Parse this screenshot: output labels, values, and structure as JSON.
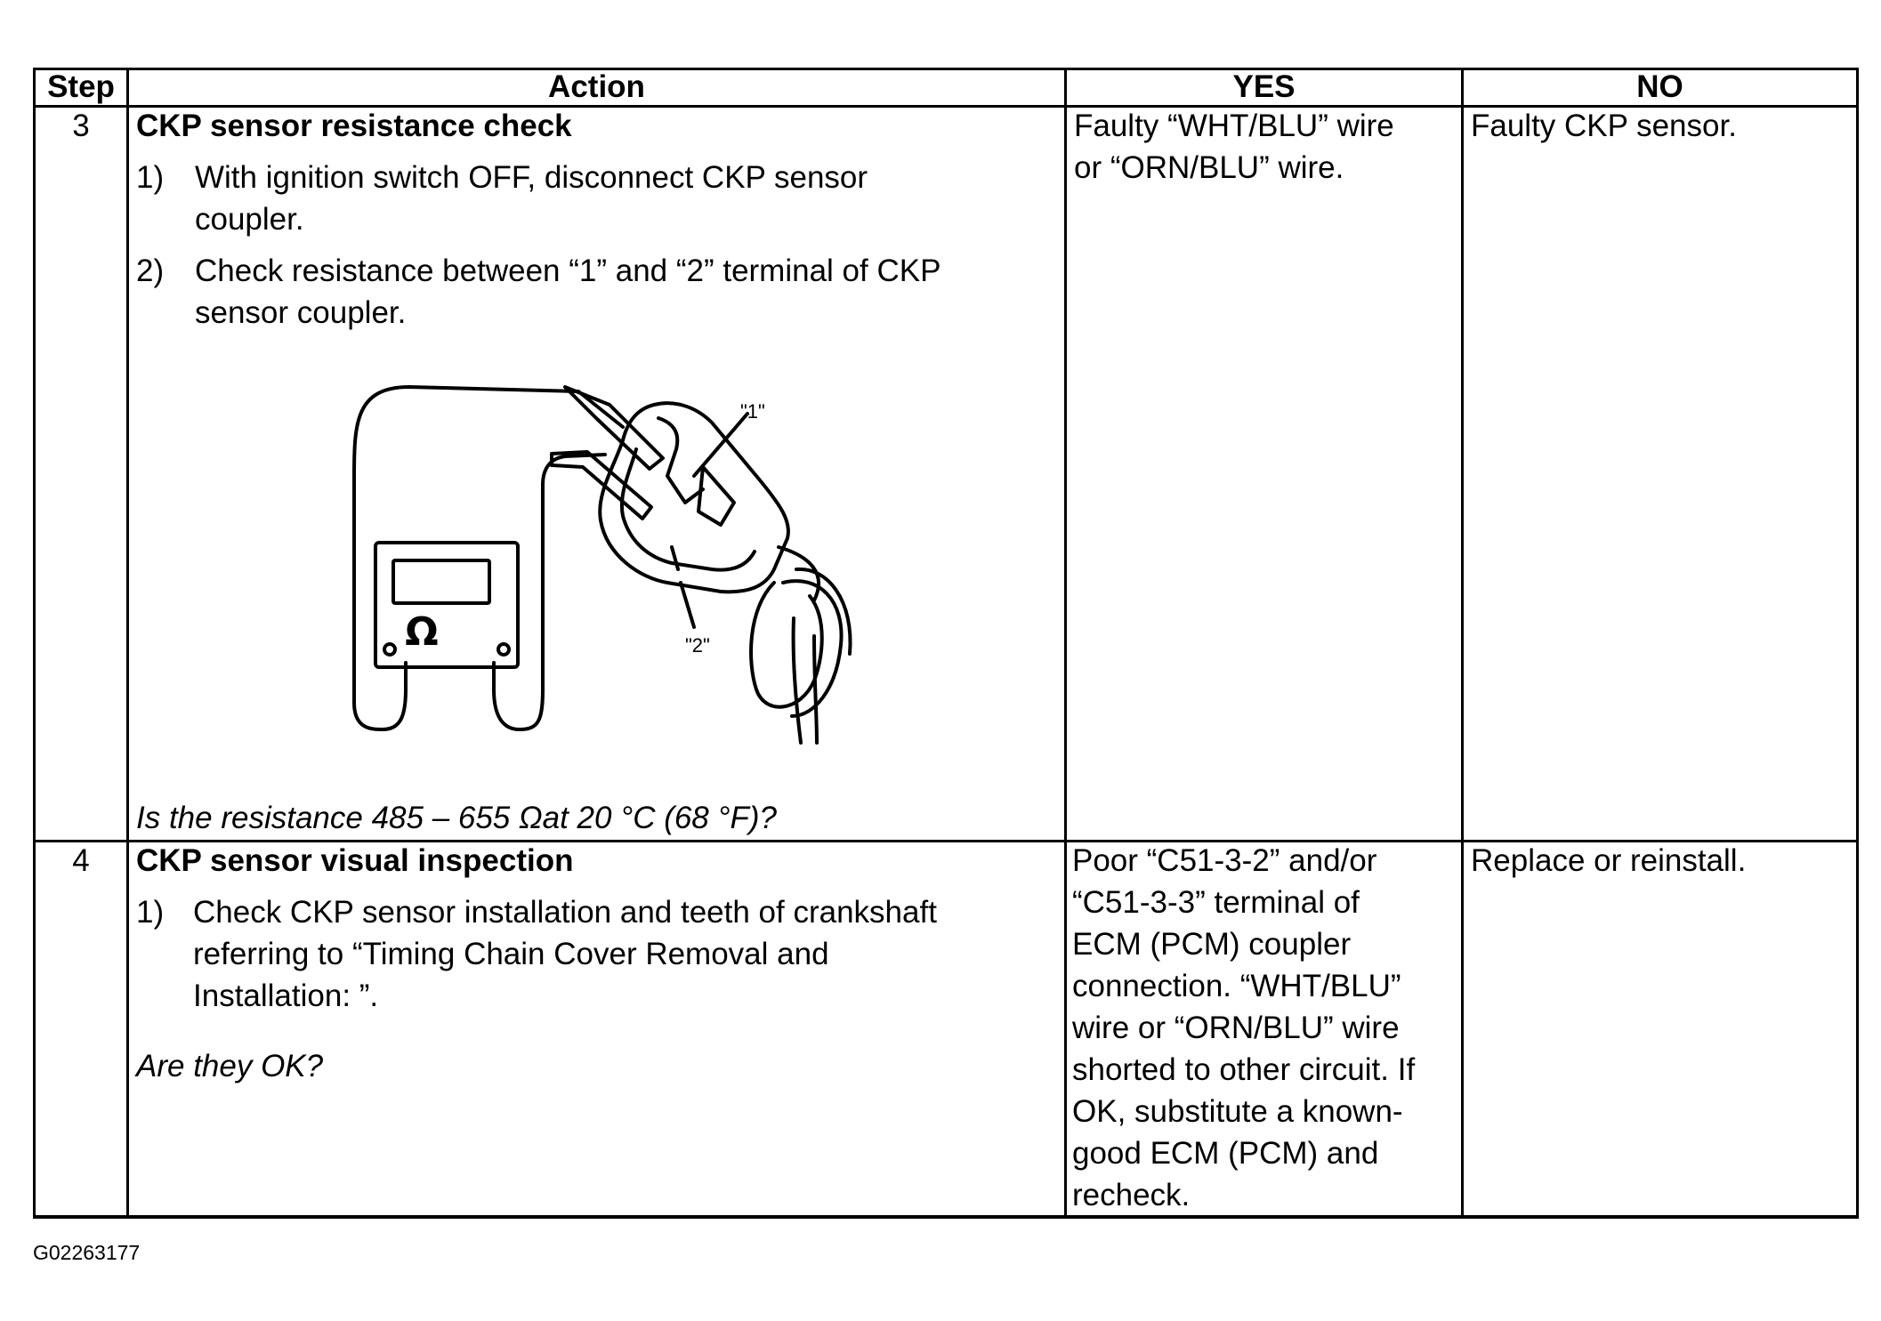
{
  "table": {
    "headers": {
      "step": "Step",
      "action": "Action",
      "yes": "YES",
      "no": "NO"
    },
    "rows": [
      {
        "step": "3",
        "title": "CKP sensor resistance check",
        "substeps": [
          {
            "num": "1)",
            "lines": [
              "With ignition switch OFF, disconnect CKP sensor",
              "coupler."
            ]
          },
          {
            "num": "2)",
            "lines": [
              "Check resistance between “1” and “2” terminal of CKP",
              "sensor coupler."
            ]
          }
        ],
        "question": "Is the resistance 485 – 655 Ωat 20 °C (68 °F)?",
        "yes_lines": [
          "Faulty “WHT/BLU” wire",
          "or “ORN/BLU” wire."
        ],
        "no_lines": [
          "Faulty CKP sensor."
        ],
        "figure": {
          "label_1": "\"1\"",
          "label_2": "\"2\"",
          "meter_symbol": "Ω"
        }
      },
      {
        "step": "4",
        "title": "CKP sensor visual inspection",
        "substeps": [
          {
            "num": "1)",
            "lines": [
              "Check CKP sensor installation and teeth of crankshaft",
              "referring to “Timing Chain Cover Removal and",
              "Installation: ”."
            ]
          }
        ],
        "question": "Are they OK?",
        "yes_lines": [
          "Poor “C51-3-2” and/or",
          "“C51-3-3” terminal of",
          "ECM (PCM) coupler",
          "connection. “WHT/BLU”",
          "wire or “ORN/BLU” wire",
          "shorted to other circuit. If",
          "OK, substitute a known-",
          "good ECM (PCM) and",
          "recheck."
        ],
        "no_lines": [
          "Replace or reinstall."
        ]
      }
    ]
  },
  "footer": {
    "image_code": "G02263177"
  }
}
